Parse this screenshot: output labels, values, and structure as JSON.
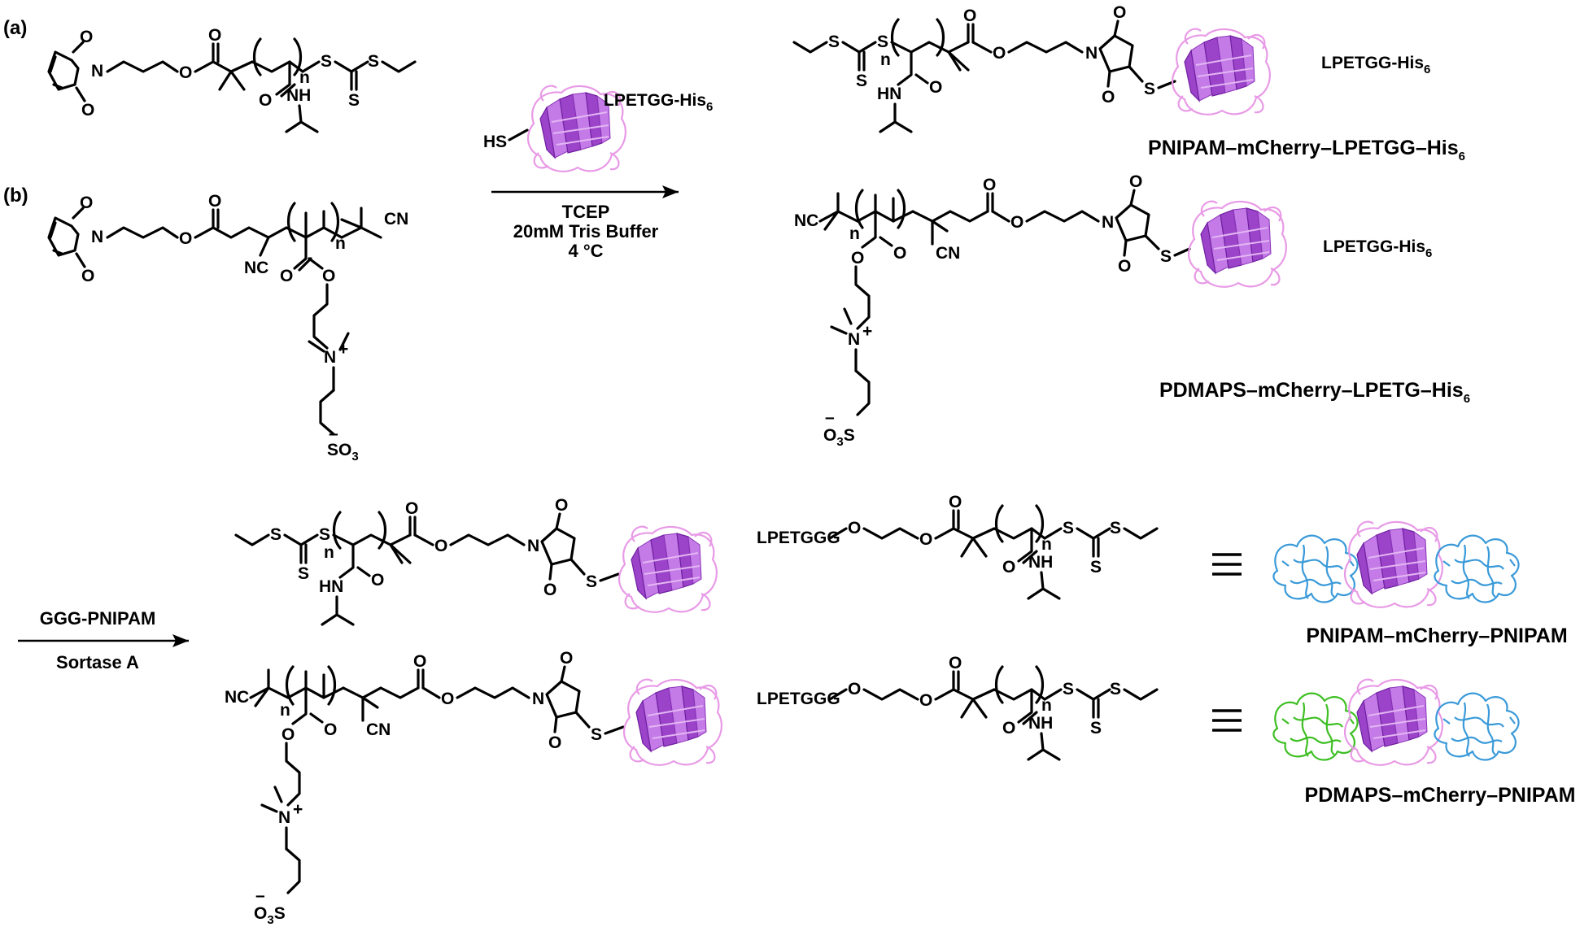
{
  "panel_labels": {
    "a": "(a)",
    "b": "(b)"
  },
  "atoms": {
    "O": "O",
    "N": "N",
    "S": "S",
    "NH": "NH",
    "HN": "HN",
    "n": "n",
    "CN": "CN",
    "NC": "NC",
    "HS": "HS",
    "plus": "+",
    "minus": "–",
    "SO3_main": "SO",
    "SO3_sub": "3",
    "O3S_main": "O",
    "O3S_sub": "3",
    "O3S_tail": "S"
  },
  "protein_tag": {
    "main": "LPETGG-His",
    "sub": "6"
  },
  "ligation_tag": "LPETGGG",
  "step1": {
    "reagent1": "TCEP",
    "reagent2": "20mM Tris Buffer",
    "reagent3": "4 °C"
  },
  "step2": {
    "reagent_above": "GGG-PNIPAM",
    "reagent_below": "Sortase A"
  },
  "products": {
    "p1": {
      "main": "PNIPAM–mCherry–LPETGG–His",
      "sub": "6"
    },
    "p2": {
      "main": "PDMAPS–mCherry–LPETG–His",
      "sub": "6"
    },
    "p3": "PNIPAM–mCherry–PNIPAM",
    "p4": "PDMAPS–mCherry–PNIPAM"
  },
  "equiv_symbol": "≡",
  "colors": {
    "protein_outline": "#e89ae6",
    "protein_fill": "#9b43c9",
    "pnipam_coil": "#3a9ad9",
    "pdmaps_coil": "#3dbf22",
    "bond": "#000000"
  },
  "icons": [
    "mcherry-protein-icon",
    "polymer-coil-icon",
    "reaction-arrow-icon"
  ]
}
